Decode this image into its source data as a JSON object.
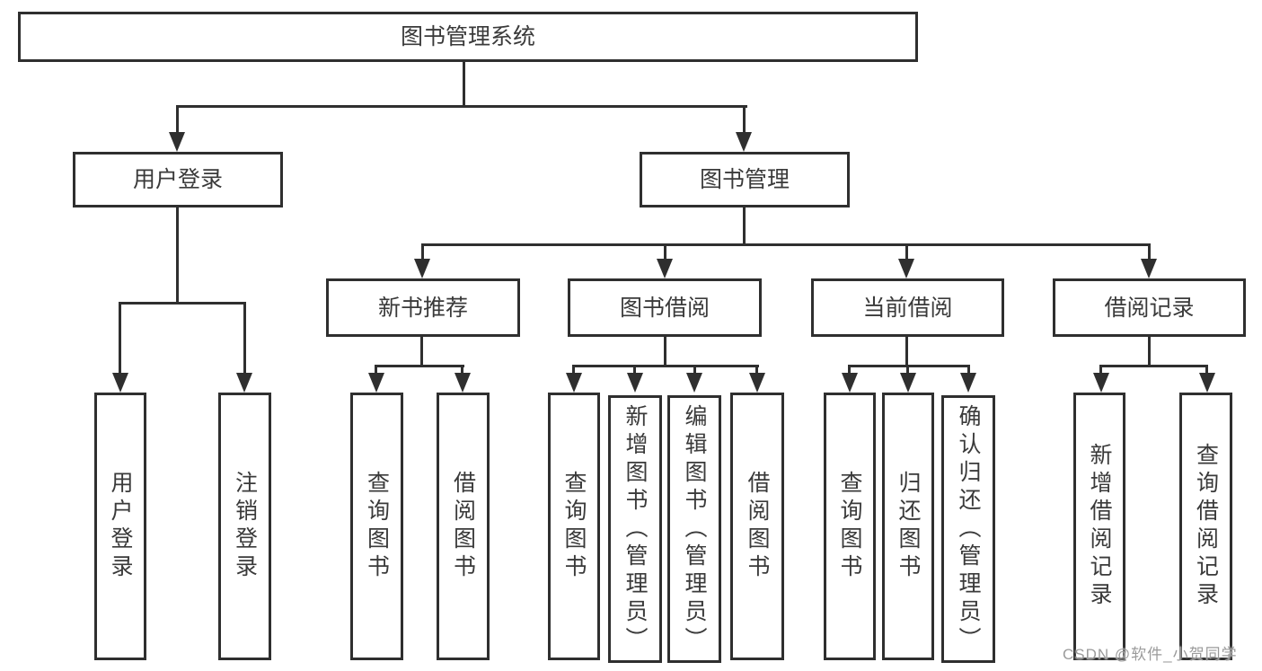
{
  "colors": {
    "line": "#2f2f2f",
    "box_fill": "#ffffff",
    "text": "#3a3a3a",
    "background": "#ffffff",
    "watermark_text": "#9b9b9b"
  },
  "watermark": {
    "label": "CSDN @软件_小贺同学"
  },
  "tree": {
    "root": {
      "label": "图书管理系统",
      "children": [
        {
          "label": "用户登录",
          "children": [
            {
              "label": "用户登录"
            },
            {
              "label": "注销登录"
            }
          ]
        },
        {
          "label": "图书管理",
          "children": [
            {
              "label": "新书推荐",
              "children": [
                {
                  "label": "查询图书"
                },
                {
                  "label": "借阅图书"
                }
              ]
            },
            {
              "label": "图书借阅",
              "children": [
                {
                  "label": "查询图书"
                },
                {
                  "label": "新增图书（管理员）"
                },
                {
                  "label": "编辑图书（管理员）"
                },
                {
                  "label": "借阅图书"
                }
              ]
            },
            {
              "label": "当前借阅",
              "children": [
                {
                  "label": "查询图书"
                },
                {
                  "label": "归还图书"
                },
                {
                  "label": "确认归还（管理员）"
                }
              ]
            },
            {
              "label": "借阅记录",
              "children": [
                {
                  "label": "新增借阅记录"
                },
                {
                  "label": "查询借阅记录"
                }
              ]
            }
          ]
        }
      ]
    }
  }
}
